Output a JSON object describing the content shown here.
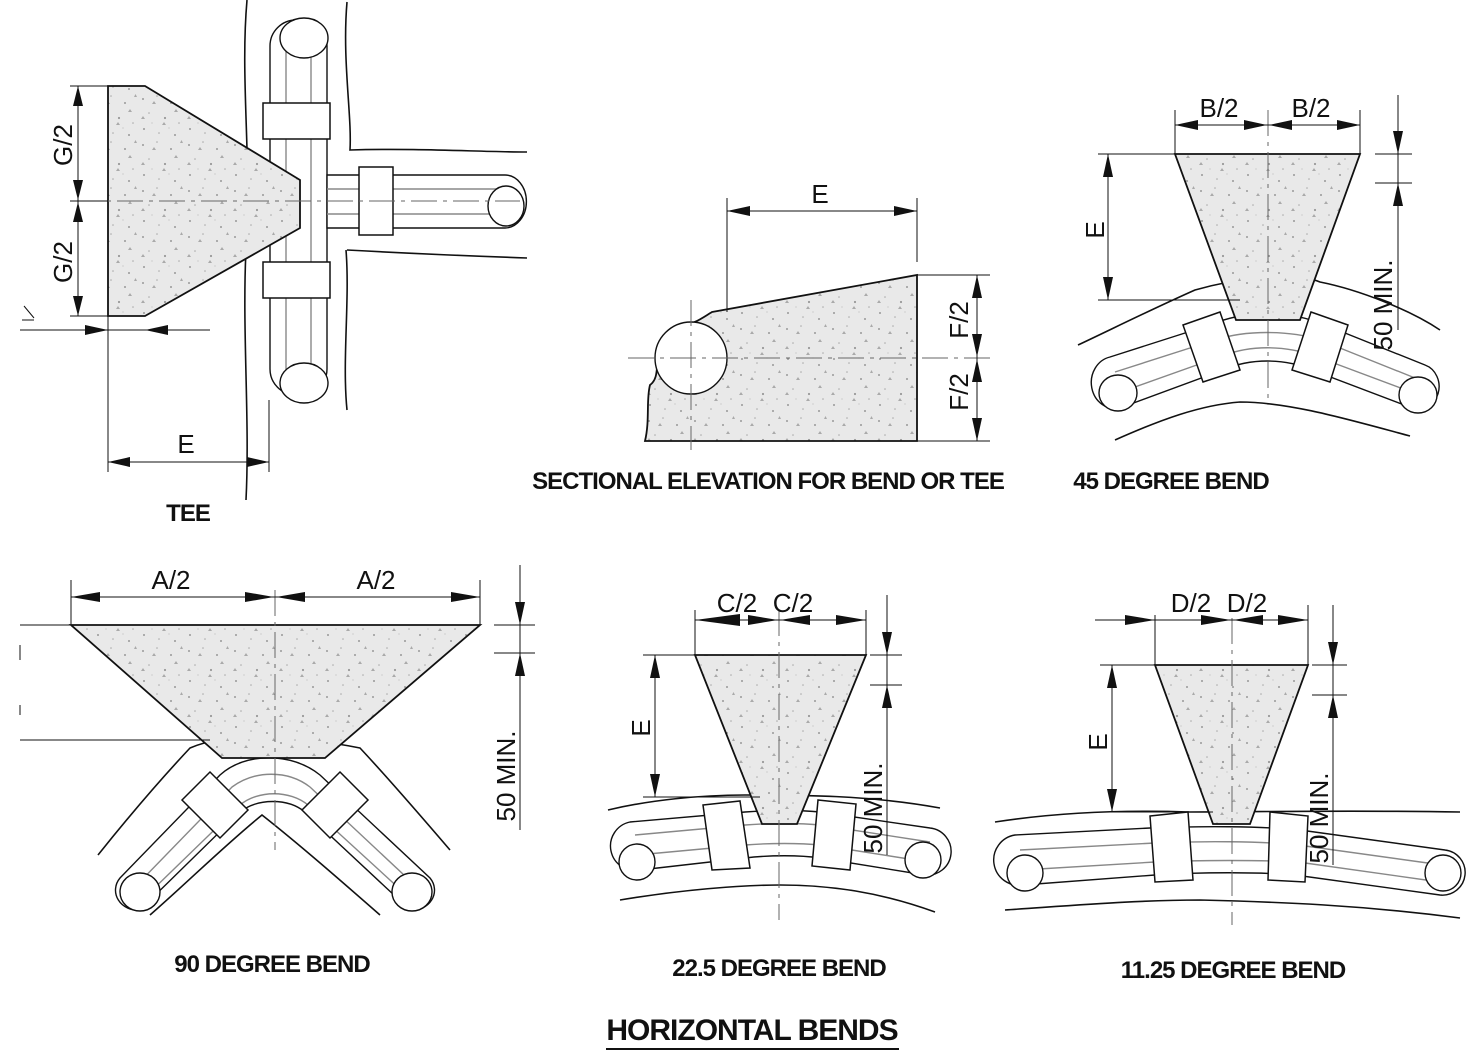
{
  "labels": {
    "g_half_top": "G/2",
    "g_half_bottom": "G/2",
    "tee_e": "E",
    "tee_caption": "TEE",
    "section_e": "E",
    "section_f_half_top": "F/2",
    "section_f_half_bottom": "F/2",
    "section_caption": "SECTIONAL ELEVATION FOR BEND OR TEE",
    "b_half_left": "B/2",
    "b_half_right": "B/2",
    "bend45_e": "E",
    "bend45_min": "50 MIN.",
    "bend45_caption": "45 DEGREE BEND",
    "a_half_left": "A/2",
    "a_half_right": "A/2",
    "bend90_min": "50 MIN.",
    "bend90_caption": "90 DEGREE BEND",
    "c_half_left": "C/2",
    "c_half_right": "C/2",
    "bend225_e": "E",
    "bend225_min": "50 MIN.",
    "bend225_caption": "22.5 DEGREE BEND",
    "d_half_left": "D/2",
    "d_half_right": "D/2",
    "bend1125_e": "E",
    "bend1125_min": "50 MIN.",
    "bend1125_caption": "11.25 DEGREE BEND",
    "sheet_title": "HORIZONTAL BENDS"
  }
}
